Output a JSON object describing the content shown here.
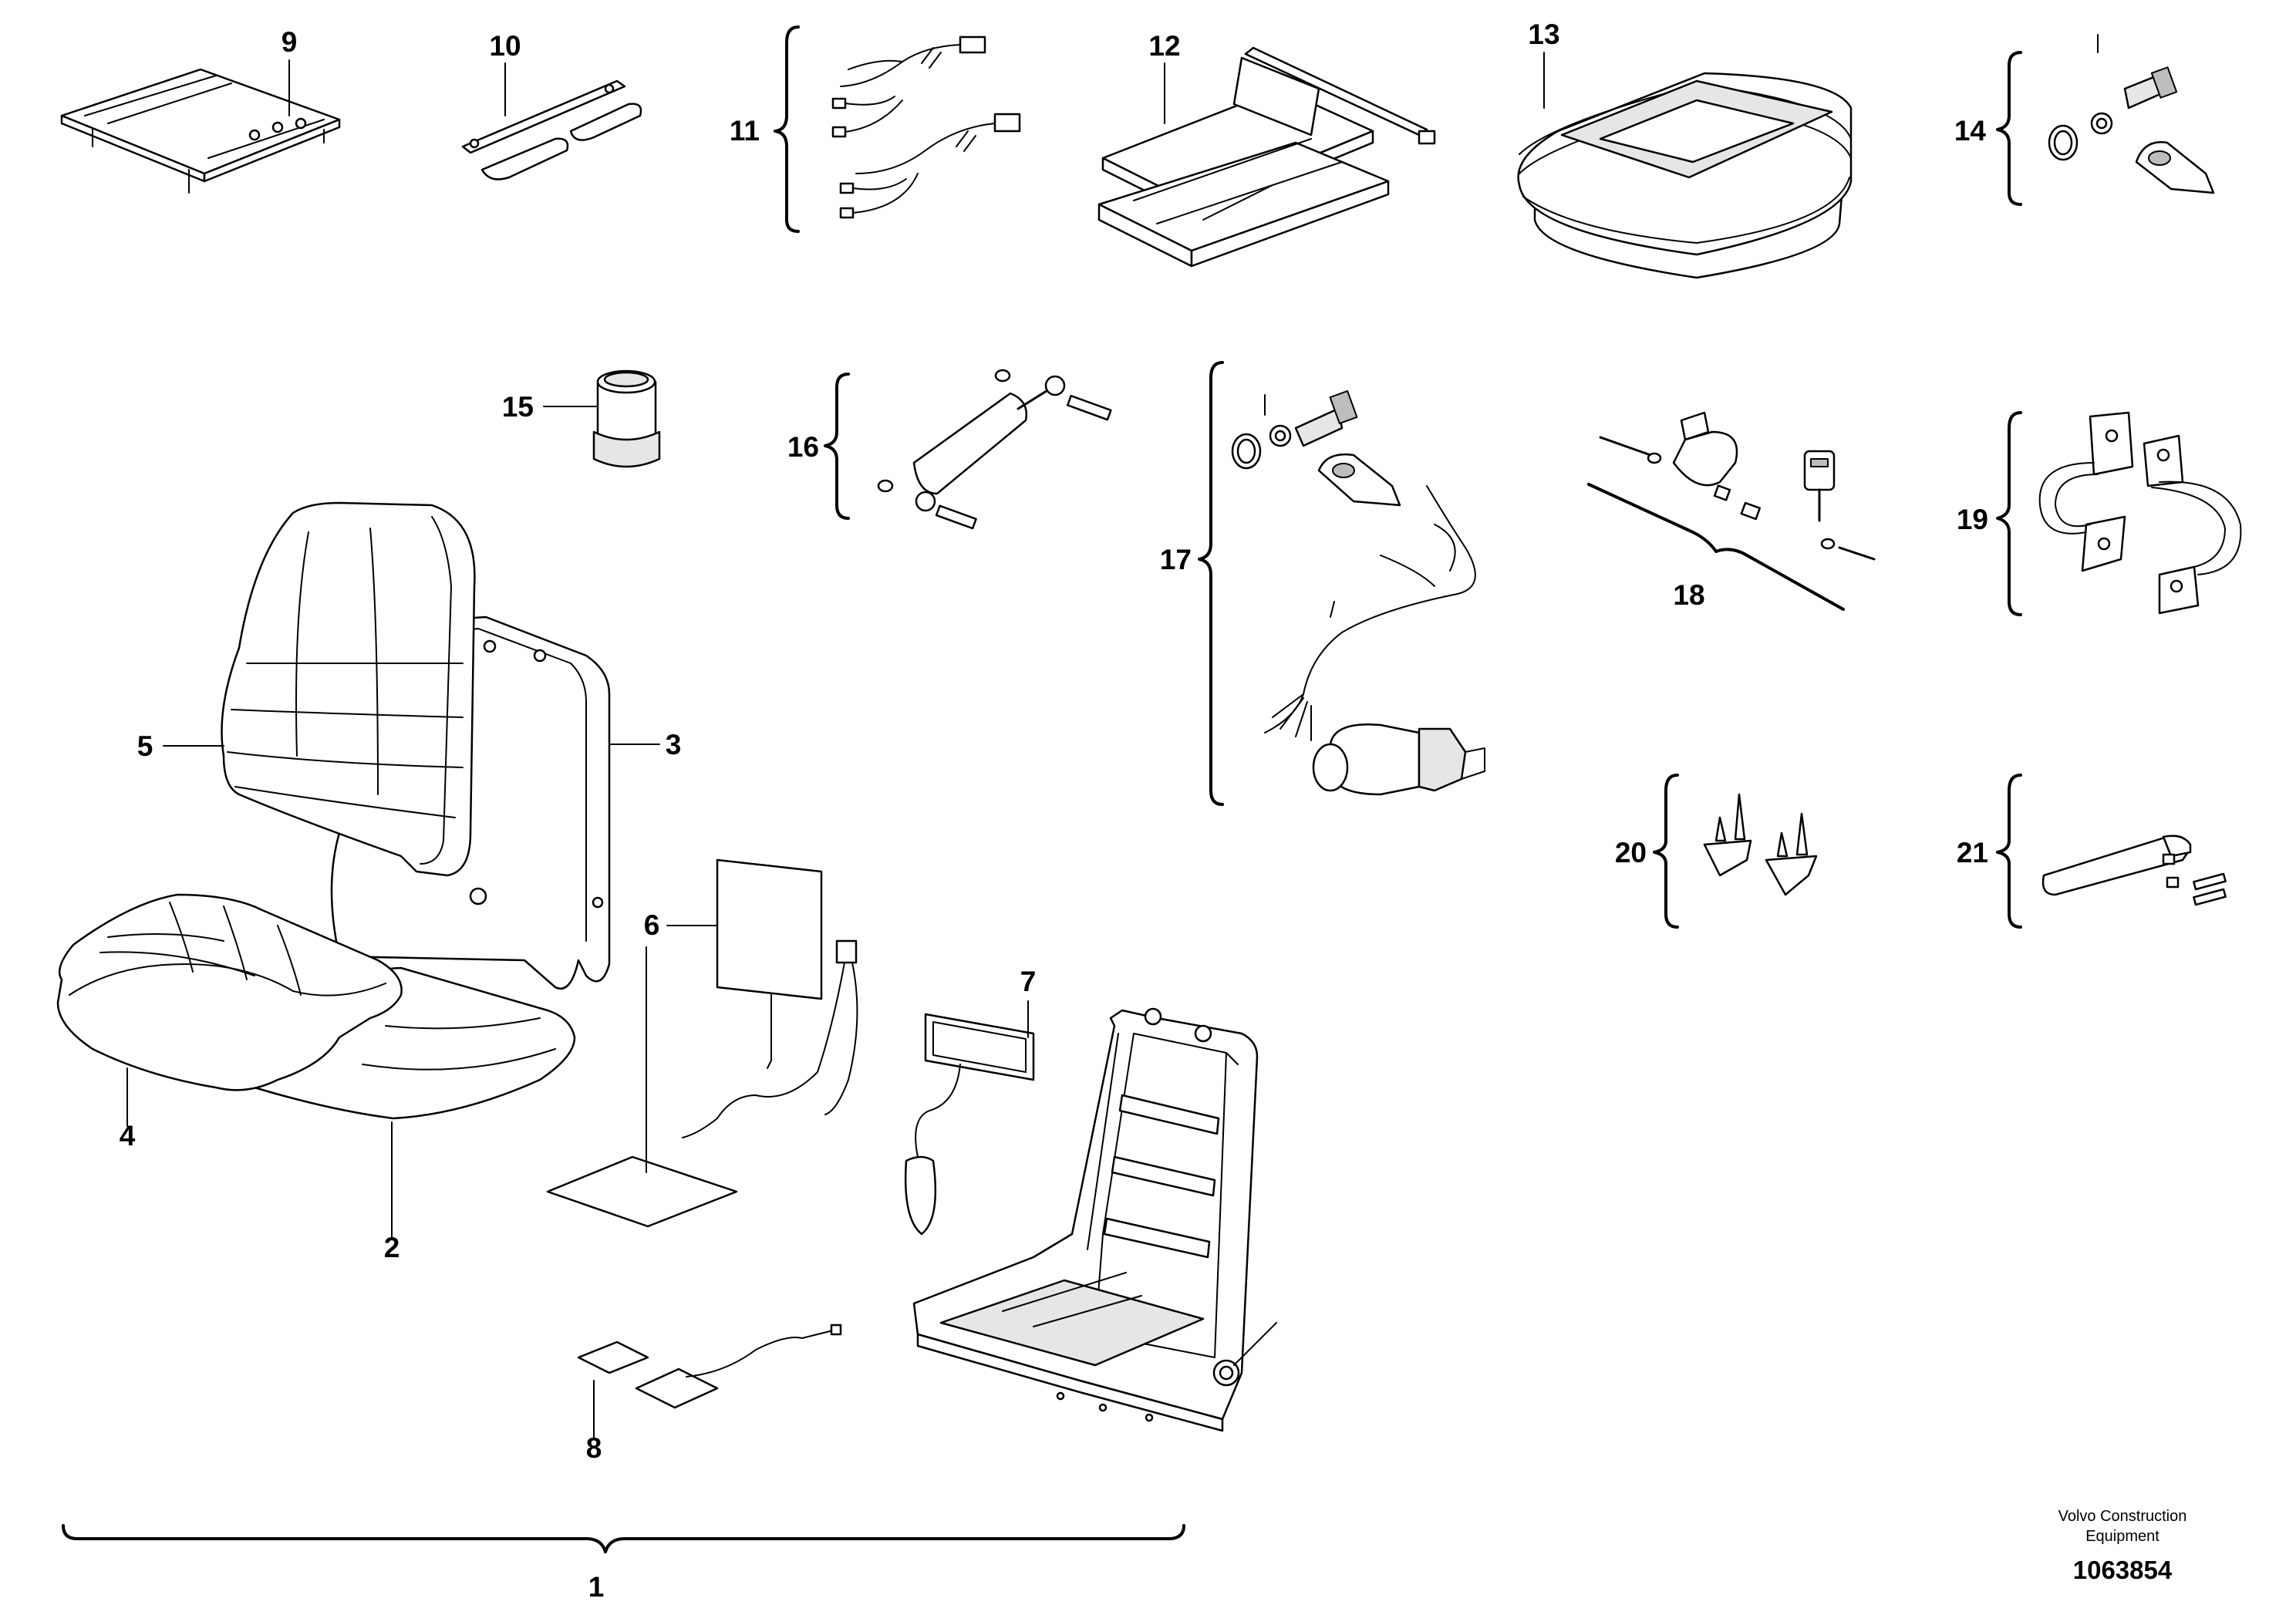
{
  "callouts": {
    "c1": "1",
    "c2": "2",
    "c3": "3",
    "c4": "4",
    "c5": "5",
    "c6": "6",
    "c7": "7",
    "c8": "8",
    "c9": "9",
    "c10": "10",
    "c11": "11",
    "c12": "12",
    "c13": "13",
    "c14": "14",
    "c15": "15",
    "c16": "16",
    "c17": "17",
    "c18": "18",
    "c19": "19",
    "c20": "20",
    "c21": "21"
  },
  "footer": {
    "maker_line1": "Volvo Construction",
    "maker_line2": "Equipment",
    "doc_number": "1063854"
  }
}
